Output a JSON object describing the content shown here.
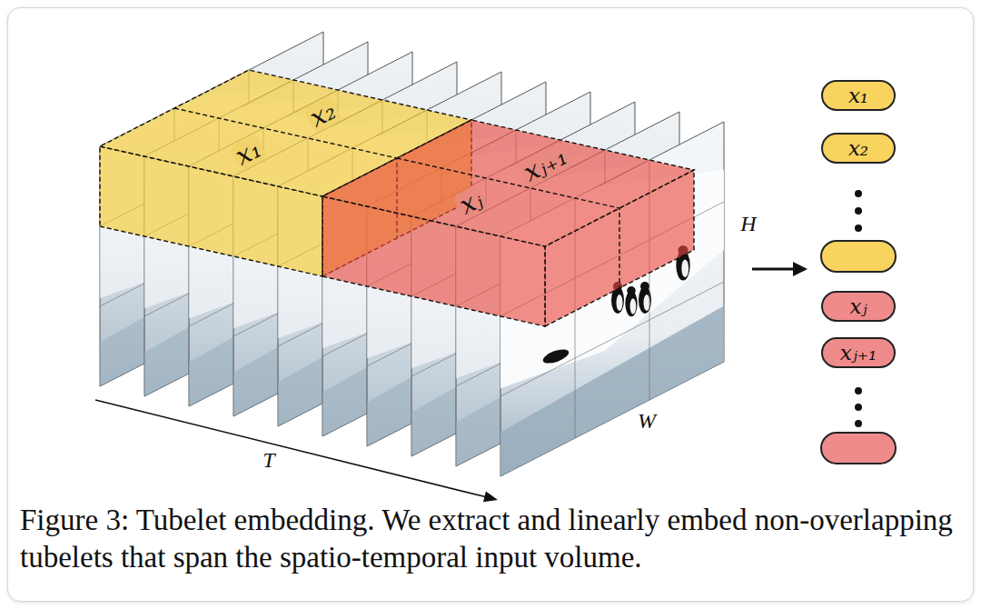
{
  "diagram": {
    "caption": "Figure 3: Tubelet embedding. We extract and linearly embed non-overlapping tubelets that span the spatio-temporal input volume.",
    "nodes": [
      {
        "text": [
          "x₁"
        ]
      },
      {
        "text": [
          "x₂"
        ]
      },
      {
        "text": [
          "xⱼ"
        ]
      },
      {
        "text": [
          "xⱼ₊₁"
        ]
      }
    ],
    "labels": [
      "x₁",
      "x₂",
      "xⱼ",
      "xⱼ₊₁",
      "H",
      "W",
      "T"
    ]
  }
}
